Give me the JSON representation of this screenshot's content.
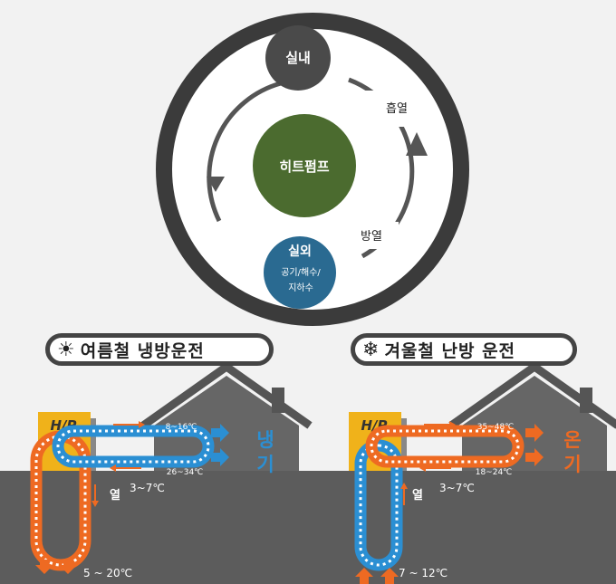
{
  "cycle": {
    "indoor": "실내",
    "heatpump": "히트펌프",
    "outdoor": "실외",
    "outdoor_sub1": "공기/해수/",
    "outdoor_sub2": "지하수",
    "absorb": "흡열",
    "release": "방열"
  },
  "summer": {
    "title": "여름철 냉방운전",
    "icon": "sun-icon",
    "hp": "H/P",
    "indoor_top_temp": "8~16℃",
    "indoor_bottom_temp": "26~34℃",
    "heat": "열",
    "ground_temp": "3~7℃",
    "deep_temp": "5 ~ 20℃",
    "effect_1": "냉",
    "effect_2": "기"
  },
  "winter": {
    "title": "겨울철 난방 운전",
    "icon": "snowflake-icon",
    "hp": "H/P",
    "indoor_top_temp": "35~48℃",
    "indoor_bottom_temp": "18~24℃",
    "heat": "열",
    "ground_temp": "3~7℃",
    "deep_temp": "7 ~ 12℃",
    "effect_1": "온",
    "effect_2": "기"
  },
  "colors": {
    "ring": "#3b3b3b",
    "indoor": "#4a4a4a",
    "heatpump": "#4b6b2f",
    "outdoor": "#2a6a91",
    "ground": "#5a5a5a",
    "orange": "#ee6a22",
    "blue": "#2b8fd3",
    "hp_yellow": "#f0b21a"
  }
}
